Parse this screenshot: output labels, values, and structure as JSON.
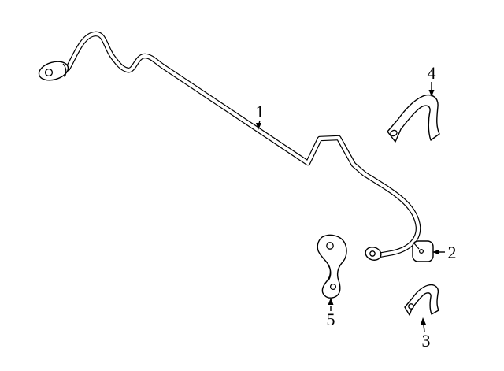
{
  "diagram": {
    "background_color": "#ffffff",
    "line_color": "#000000",
    "callouts": [
      {
        "label": "1"
      },
      {
        "label": "2"
      },
      {
        "label": "3"
      },
      {
        "label": "4"
      },
      {
        "label": "5"
      }
    ]
  }
}
